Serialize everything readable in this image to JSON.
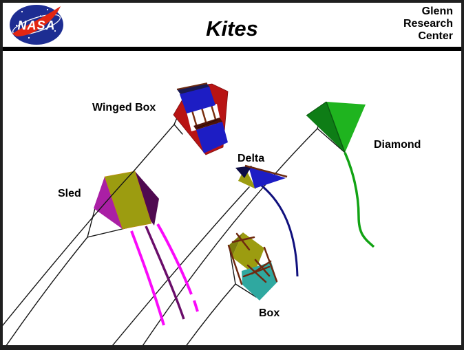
{
  "header": {
    "logo": {
      "name": "nasa-meatball",
      "text": "NASA"
    },
    "title": "Kites",
    "org_lines": [
      "Glenn",
      "Research",
      "Center"
    ]
  },
  "kite_labels": {
    "winged_box": "Winged Box",
    "sled": "Sled",
    "delta": "Delta",
    "diamond": "Diamond",
    "box": "Box"
  },
  "colors": {
    "border": "#1f1f1f",
    "background": "#ffffff",
    "string": "#151515",
    "logo_blue": "#1d2d92",
    "logo_red": "#e22612",
    "winged_box_red": "#b81414",
    "winged_box_blue": "#1d1dc4",
    "frame_brown": "#6b2a10",
    "sled_olive": "#9c9c10",
    "sled_magenta": "#aa1fa5",
    "sled_dark_purple": "#4f0a50",
    "tail_magenta": "#fa0afa",
    "tail_purple": "#6a0d6a",
    "delta_blue": "#1d1dc4",
    "delta_navy": "#0d0d45",
    "delta_keel_olive": "#9c9c10",
    "delta_tail_navy": "#10107d",
    "diamond_green_light": "#1fb41f",
    "diamond_green_dark": "#0e7d16",
    "diamond_tail_green": "#12a314",
    "box_olive": "#9c9c10",
    "box_teal": "#2fa8a0"
  }
}
